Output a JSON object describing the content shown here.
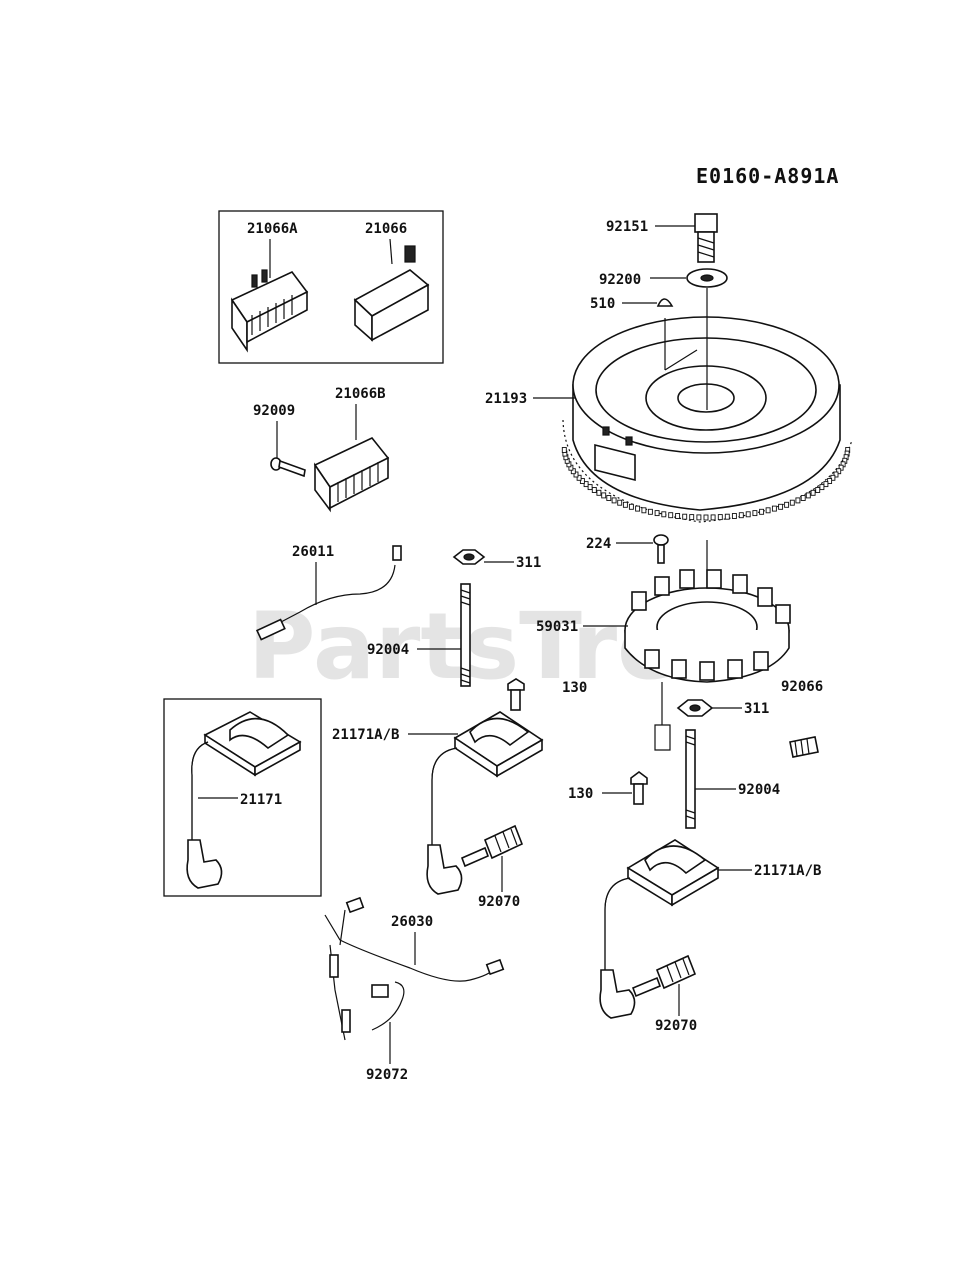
{
  "diagram_code": "E0160-A891A",
  "watermark": "PartsTree",
  "labels": {
    "p92151": "92151",
    "p92200": "92200",
    "p510": "510",
    "p21193": "21193",
    "p21066A": "21066A",
    "p21066": "21066",
    "p92009": "92009",
    "p21066B": "21066B",
    "p26011": "26011",
    "p311_a": "311",
    "p92004_a": "92004",
    "p224": "224",
    "p59031": "59031",
    "p130_a": "130",
    "p92066": "92066",
    "p311_b": "311",
    "p21171AB_a": "21171A/B",
    "p21171": "21171",
    "p130_b": "130",
    "p92004_b": "92004",
    "p92070_a": "92070",
    "p21171AB_b": "21171A/B",
    "p26030": "26030",
    "p92070_b": "92070",
    "p92072": "92072"
  }
}
